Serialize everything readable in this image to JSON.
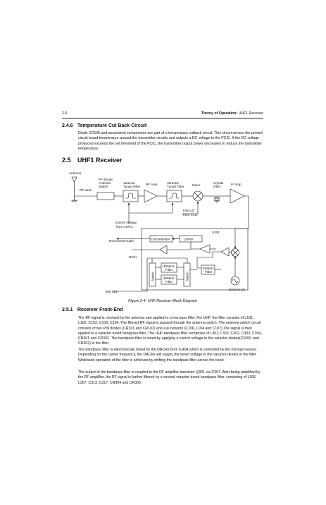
{
  "header": {
    "page_number": "2-6",
    "title_bold": "Theory of Operation:",
    "title_rest": " UHF1 Receiver"
  },
  "section_246": {
    "number": "2.4.6",
    "title": "Temperature Cut Back Circuit",
    "body": "Diode CR105 and associated components are part of a temperature cutback circuit. This circuit senses the printed circuit board temperature around the transmitter circuits and outputs a DC voltage to the PCIC. If the DC voltage produced exceeds the set threshold of the PCIC, the transmitter output power decreases to reduce the transmitter temperature."
  },
  "section_25": {
    "number": "2.5",
    "title": "UHF1 Receiver"
  },
  "diagram": {
    "antenna": "Antenna",
    "rf_jack": "RF Jack",
    "pin_diode_switch": [
      "Pin Diode",
      "Antenna",
      "Switch"
    ],
    "varactor_filter_1": [
      "Varactor",
      "Tuned Filter"
    ],
    "rf_amp": "RF Amp",
    "varactor_filter_2": [
      "Varactor",
      "Tuned Filter"
    ],
    "mixer": "Mixer",
    "crystal_filter": [
      "Crystal",
      "Filter"
    ],
    "if_amp": "IF Amp",
    "first_lo": [
      "First LO",
      "from VCO"
    ],
    "control_voltage": [
      "Control Voltage",
      "from ASFIC"
    ],
    "u301": "U301",
    "demodulator": "Demodulator",
    "limiter": "Limiter",
    "recovered_audio": "Recovered Audio",
    "rssi": "RSSI",
    "filter_455_a": [
      "455kHz",
      "Filter"
    ],
    "filter_455_b": [
      "455kHz",
      "Filter"
    ],
    "filter_455_c": [
      "455kHz",
      "Filter"
    ],
    "switch_left": "Switch",
    "switch_right": "Switch",
    "bw_sel": "BW SEL",
    "second_lo": "Second LO"
  },
  "figure_caption": "Figure 2-4.  UHF Receiver Block Diagram",
  "section_251": {
    "number": "2.5.1",
    "title": "Receiver Front-End",
    "p1": "The RF signal is received by the antenna and applied to a low-pass filter. For UHF, the filter consists of L101, L102, C102, C103, C104. The filtered RF signal is passed through the antenna switch. The antenna switch circuit consists of two PIN diodes (CR101 and CR102) and a pi network (C106, L104 and C107).The signal is then applied to a varactor tuned bandpass filter. The UHF bandpass filter comprises of L301, L302, C302, C303, C304, CR301 and CR302. The bandpass filter is tuned by applying a control voltage to the varactor diodes(CR301 and CR302) in the filter.",
    "p2": "The bandpass filter is electronically tuned by the DACRx from IC404 which is controlled by the microprocessor. Depending on the carrier frequency, the DACRx will supply the tuned voltage to the varactor diodes in the filter. Wideband operation of the filter is achieved by shifting the bandpass filter across the band.",
    "p3": "The output of the bandpass filter is coupled to the RF amplifier transistor Q301 via C307. After being amplified by the RF amplifier, the RF signal is further filtered by a second varactor tuned bandpass filter, consisting of  L306, L307, C313, C317, CR304 and CR305."
  }
}
